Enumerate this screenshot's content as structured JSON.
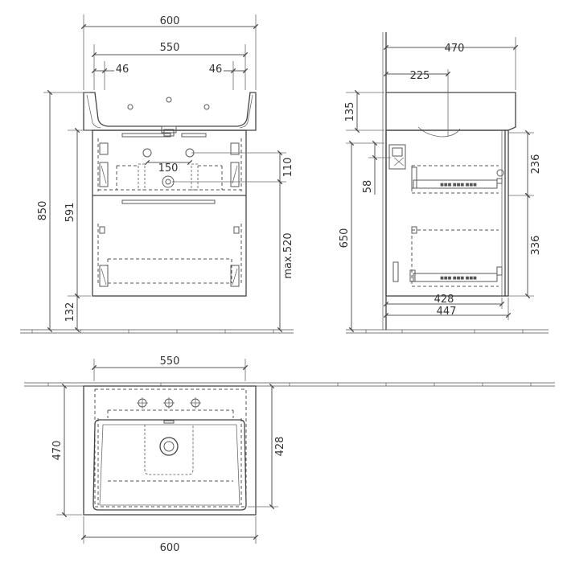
{
  "front_view": {
    "dims": {
      "overall_width": "600",
      "inner_width": "550",
      "tap_offset_left": "46",
      "tap_offset_right": "46",
      "drawer_pitch": "150",
      "height_110": "110",
      "overall_height": "850",
      "body_height": "591",
      "floor_gap": "132",
      "max_height": "max.520"
    }
  },
  "side_view": {
    "dims": {
      "depth": "470",
      "tap_depth": "225",
      "basin_height": "135",
      "height_58": "58",
      "height_650": "650",
      "drawer_236": "236",
      "drawer_336": "336",
      "inner_depth_428": "428",
      "depth_447": "447"
    }
  },
  "top_view": {
    "dims": {
      "inner_width": "550",
      "overall_width": "600",
      "depth": "470",
      "inner_depth": "428"
    }
  }
}
